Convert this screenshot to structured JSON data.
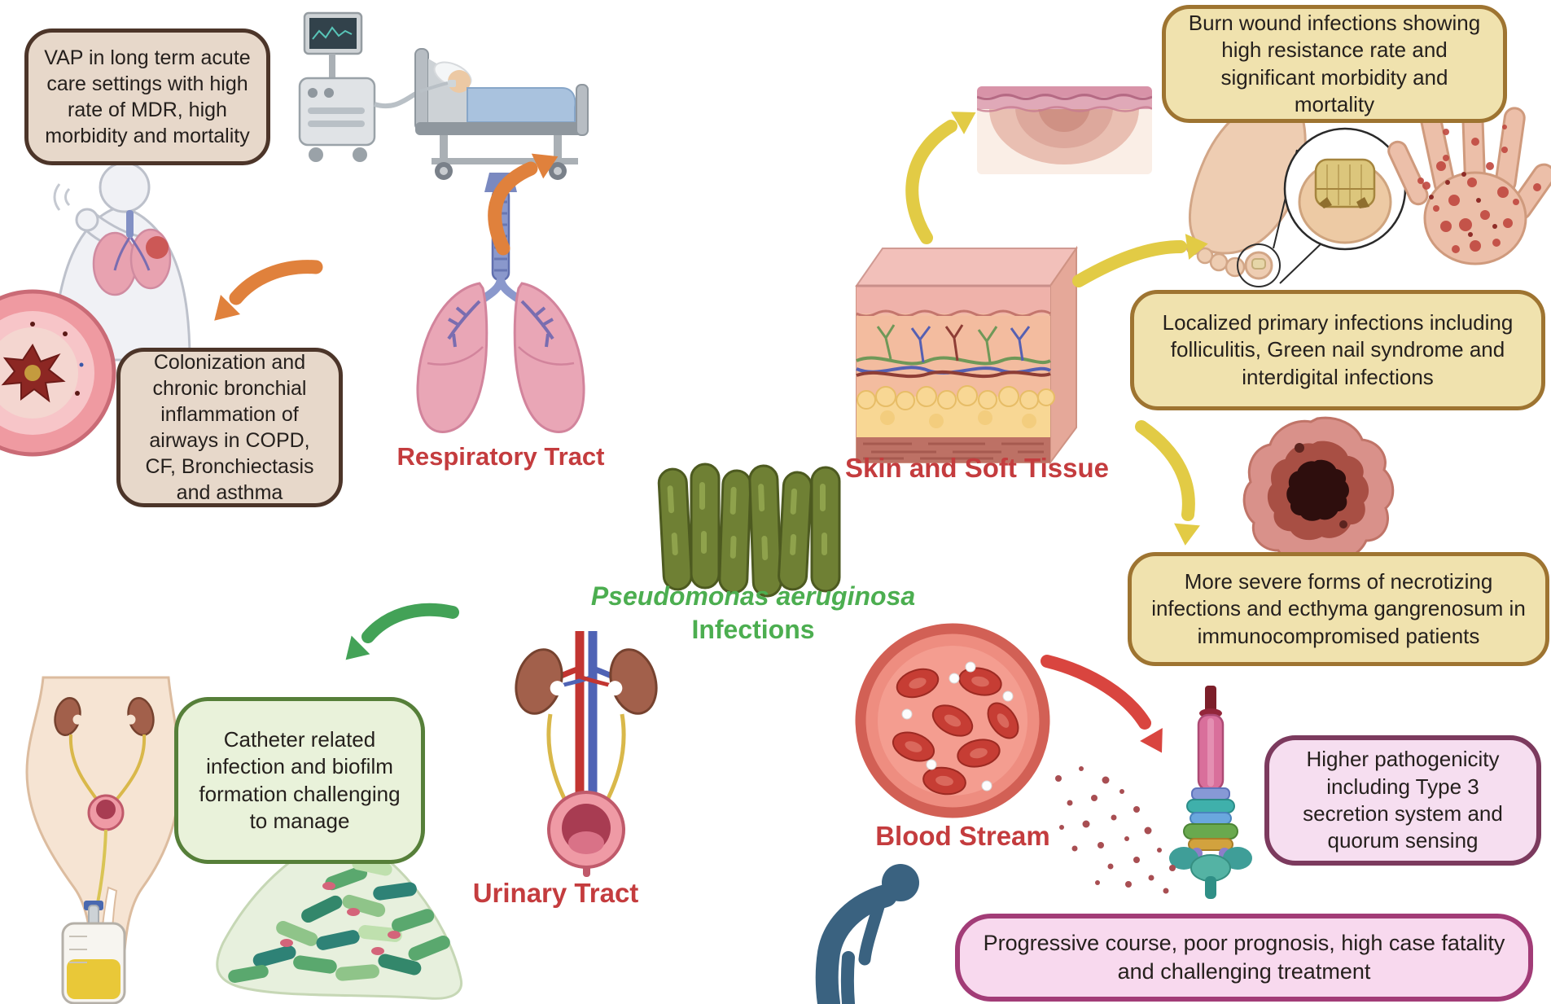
{
  "diagram_title": {
    "organism": "Pseudomonas aeruginosa",
    "suffix": "Infections"
  },
  "section_labels": {
    "respiratory": "Respiratory Tract",
    "skin": "Skin and Soft Tissue",
    "urinary": "Urinary Tract",
    "blood": "Blood Stream"
  },
  "boxes": {
    "vap": "VAP in long term acute care settings with high rate of MDR, high morbidity and mortality",
    "colonization": "Colonization and chronic bronchial inflammation of airways in COPD, CF, Bronchiectasis and asthma",
    "burn": "Burn wound infections showing high resistance rate and significant morbidity and mortality",
    "localized": "Localized primary infections including folliculitis, Green nail syndrome and interdigital infections",
    "severe": "More severe forms of necrotizing infections and ecthyma gangrenosum in immunocompromised patients",
    "catheter": "Catheter related infection and biofilm formation challenging to manage",
    "pathogenicity": "Higher pathogenicity including Type 3 secretion system and quorum sensing",
    "prognosis": "Progressive course, poor prognosis, high case fatality and challenging treatment"
  },
  "icons": [
    "ventilated-patient-illustration",
    "coughing-person-illustration",
    "bronchus-cross-section-illustration",
    "lungs-illustration",
    "bacteria-rods-illustration",
    "skin-cross-section-illustration",
    "burn-wound-illustration",
    "infected-toenail-foot-illustration",
    "hand-rash-illustration",
    "ecthyma-lesion-illustration",
    "blood-vessel-illustration",
    "t3ss-injectisome-illustration",
    "bent-person-illustration",
    "urinary-system-illustration",
    "catheterized-patient-illustration",
    "biofilm-illustration"
  ],
  "colors": {
    "label_red": "#c43c3e",
    "title_green": "#4cae50",
    "tan_box_bg": "#e7d8ca",
    "tan_box_border": "#4c3529",
    "yellow_box_bg": "#f0e2ae",
    "yellow_box_border": "#9e7431",
    "green_box_bg": "#e9f2da",
    "green_box_border": "#567f39",
    "pink_box_bg": "#f6def0",
    "pink_box_border": "#7c3a5e",
    "magenta_box_bg": "#f8d9ee",
    "magenta_box_border": "#a23c77",
    "bacteria_green": "#6f8034",
    "arrow_orange": "#e0813c",
    "arrow_yellow": "#e2cb45",
    "arrow_green": "#43a257",
    "arrow_red": "#d9453f"
  }
}
